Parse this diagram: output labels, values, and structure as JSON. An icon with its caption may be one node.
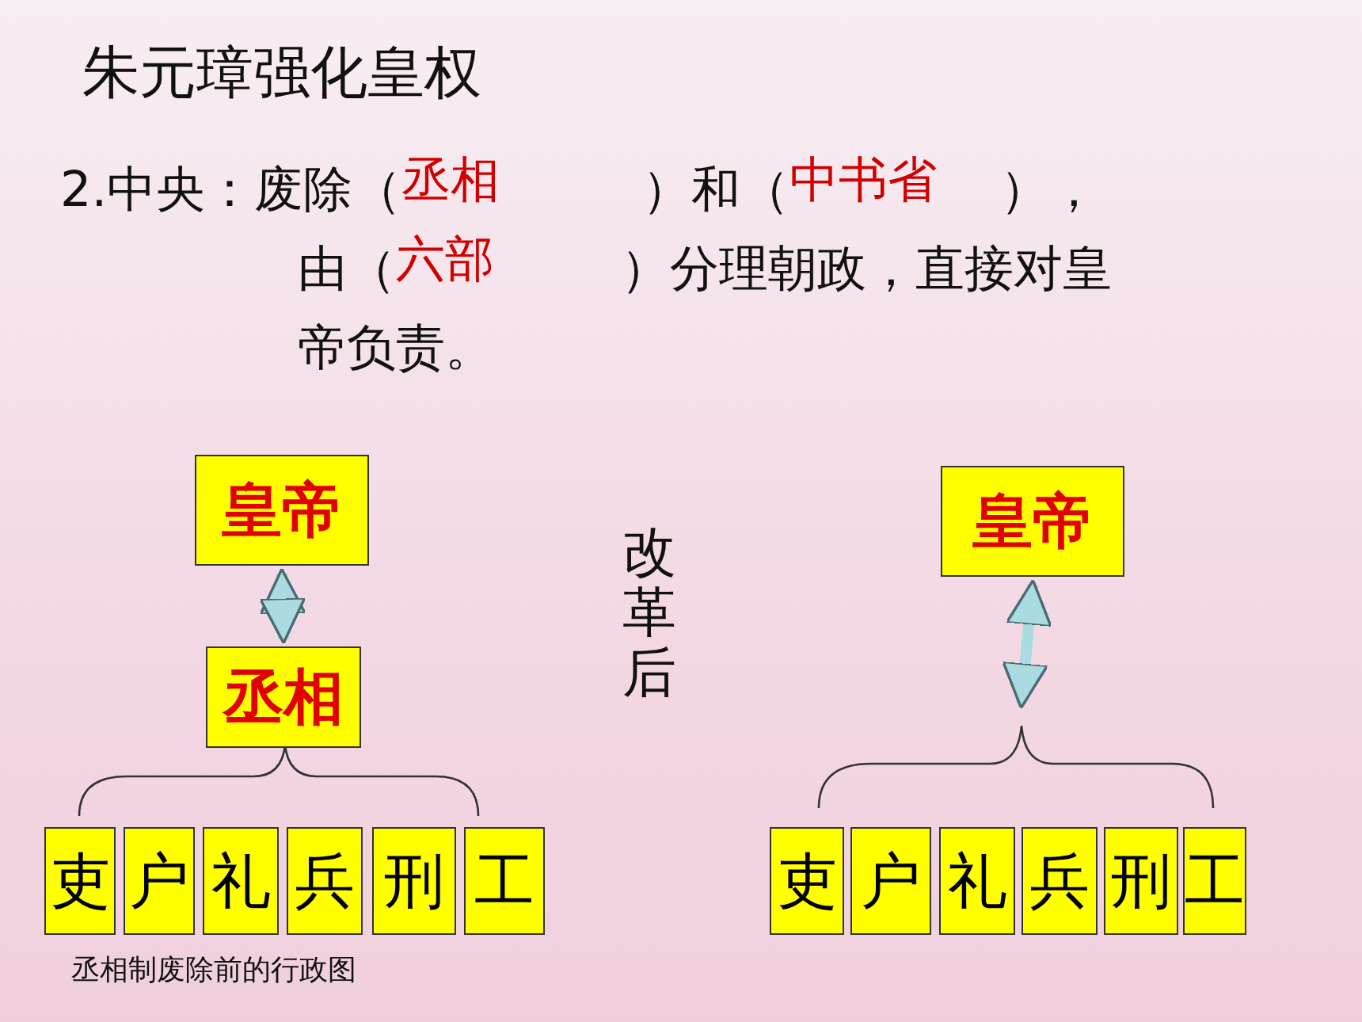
{
  "diagram": {
    "title": "朱元璋强化皇权",
    "caption": "丞相制废除前的行政图",
    "nodes": [
      {
        "text": [
          "皇帝"
        ]
      },
      {
        "text": [
          "丞相"
        ]
      },
      {
        "text": [
          "吏"
        ]
      },
      {
        "text": [
          "户"
        ]
      },
      {
        "text": [
          "礼"
        ]
      },
      {
        "text": [
          "兵"
        ]
      },
      {
        "text": [
          "刑"
        ]
      },
      {
        "text": [
          "工"
        ]
      },
      {
        "text": [
          "皇帝"
        ]
      },
      {
        "text": [
          "吏"
        ]
      },
      {
        "text": [
          "户"
        ]
      },
      {
        "text": [
          "礼"
        ]
      },
      {
        "text": [
          "兵"
        ]
      },
      {
        "text": [
          "刑"
        ]
      },
      {
        "text": [
          "工"
        ]
      },
      {
        "text": [],
        "shape": "brace"
      }
    ],
    "edges": [
      {
        "from": 0,
        "to": 1,
        "arrow": "both"
      },
      {
        "from": 8,
        "to": 15,
        "arrow": "both"
      }
    ],
    "labels": [
      "2.中央：废除（",
      "丞相",
      "）和（",
      "中书省",
      "），",
      "由（",
      "六部",
      "）分理朝政，直接对皇帝负责。",
      "改革后"
    ]
  }
}
